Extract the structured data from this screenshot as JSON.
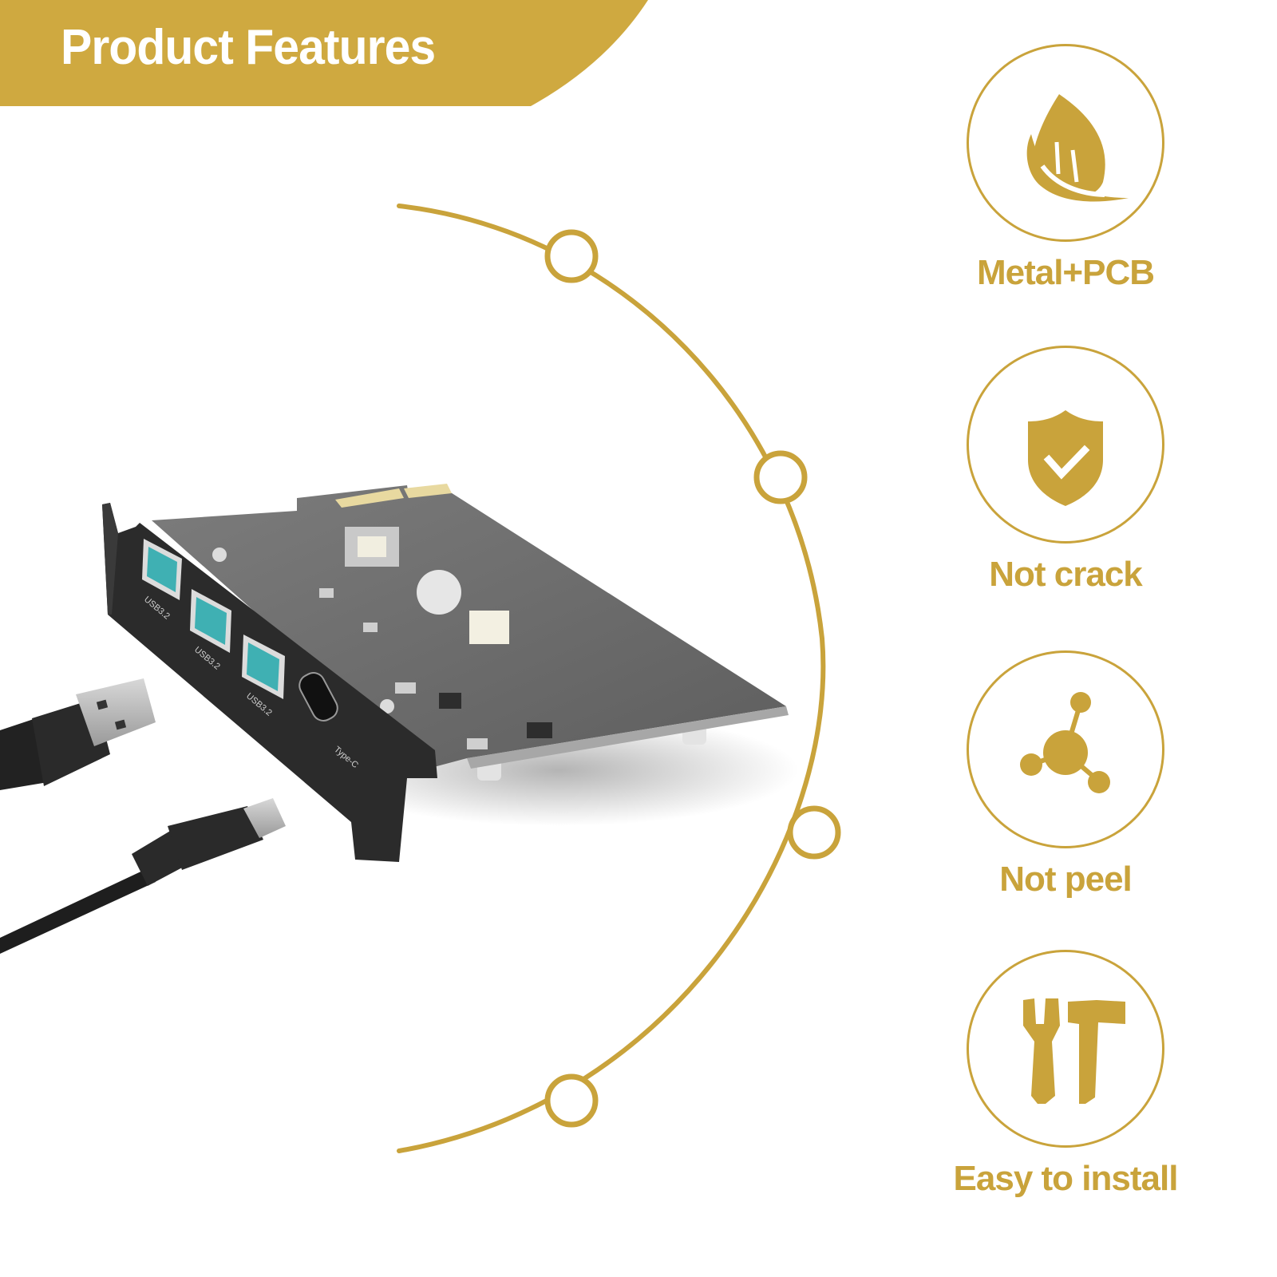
{
  "banner": {
    "title": "Product Features",
    "color": "#cfa940"
  },
  "theme": {
    "gold": "#c9a33b",
    "background": "#ffffff"
  },
  "product": {
    "name": "PCIe USB expansion card",
    "port_labels": [
      "USB3.2",
      "USB3.2",
      "USB3.2",
      "Type-C"
    ],
    "cables": [
      "USB-A cable",
      "USB Type-C cable"
    ]
  },
  "timeline": {
    "nodes": 4
  },
  "features": [
    {
      "label": "Metal+PCB",
      "icon": "leaf-icon"
    },
    {
      "label": "Not crack",
      "icon": "shield-check-icon"
    },
    {
      "label": "Not peel",
      "icon": "molecule-icon"
    },
    {
      "label": "Easy to install",
      "icon": "wrench-hammer-icon"
    }
  ]
}
